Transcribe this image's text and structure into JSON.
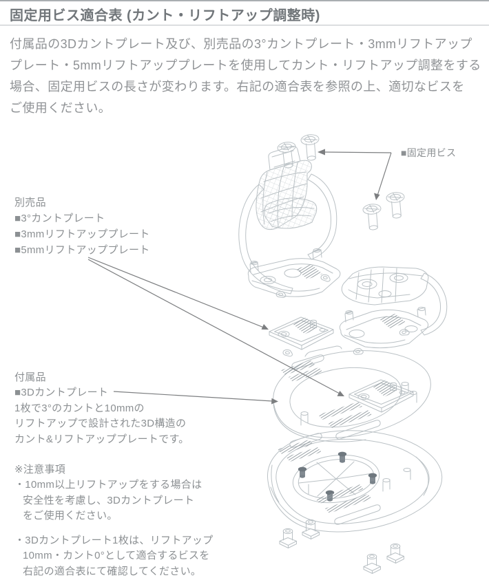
{
  "header": {
    "title": "固定用ビス適合表 (カント・リフトアップ調整時)"
  },
  "intro": {
    "lines": [
      "付属品の3Dカントプレート及び、別売品の3°カントプレート・3mmリフトアップ",
      "プレート・5mmリフトアッププレートを使用してカント・リフトアップ調整をする",
      "場合、固定用ビスの長さが変わります。右記の適合表を参照の上、適切なビスを",
      "ご使用ください。"
    ]
  },
  "labels": {
    "fixing_screw": "■固定用ビス",
    "separate": {
      "heading": "別売品",
      "items": [
        "■3°カントプレート",
        "■3mmリフトアッププレート",
        "■5mmリフトアッププレート"
      ]
    },
    "included": {
      "heading": "付属品",
      "item": "■3Dカントプレート",
      "description": [
        "1枚で3°のカントと10mmの",
        "リフトアップで設計された3D構造の",
        "カント&リフトアッププレートです。"
      ]
    },
    "notes": {
      "heading": "※注意事項",
      "note1": [
        "・10mm以上リフトアップをする場合は",
        "安全性を考慮し、3Dカントプレート",
        "をご使用ください。"
      ],
      "note2": [
        "・3Dカントプレート1枚は、リフトアップ",
        "10mm・カント0°として適合するビスを",
        "右記の適合表にて確認してください。"
      ]
    }
  },
  "colors": {
    "title_text": "#71767a",
    "body_text": "#8f9295",
    "label_text": "#8c9093",
    "wireframe_line": "#bac1c5",
    "arrow": "#7c7e80"
  }
}
